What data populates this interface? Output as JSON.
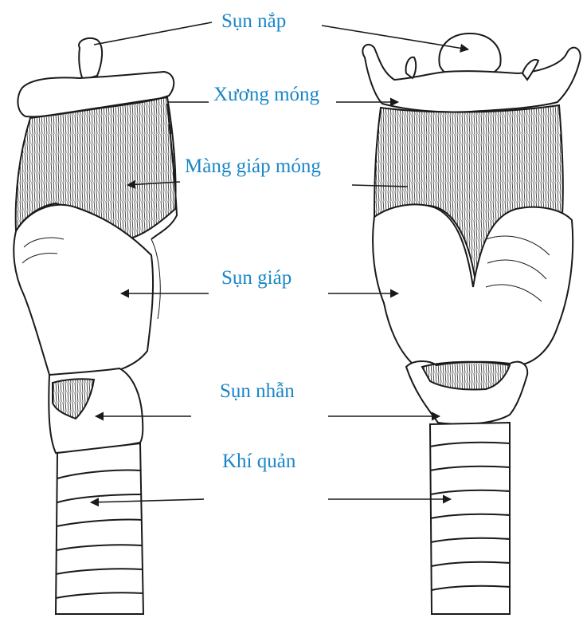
{
  "labels": {
    "epiglottis": "Sụn nắp",
    "hyoid": "Xương móng",
    "thyrohyoid_membrane": "Màng giáp móng",
    "thyroid": "Sụn giáp",
    "cricoid": "Sụn nhẫn",
    "trachea": "Khí quản"
  },
  "colors": {
    "label_text": "#1a86c8",
    "line_art": "#1a1a1a",
    "background": "#ffffff"
  }
}
